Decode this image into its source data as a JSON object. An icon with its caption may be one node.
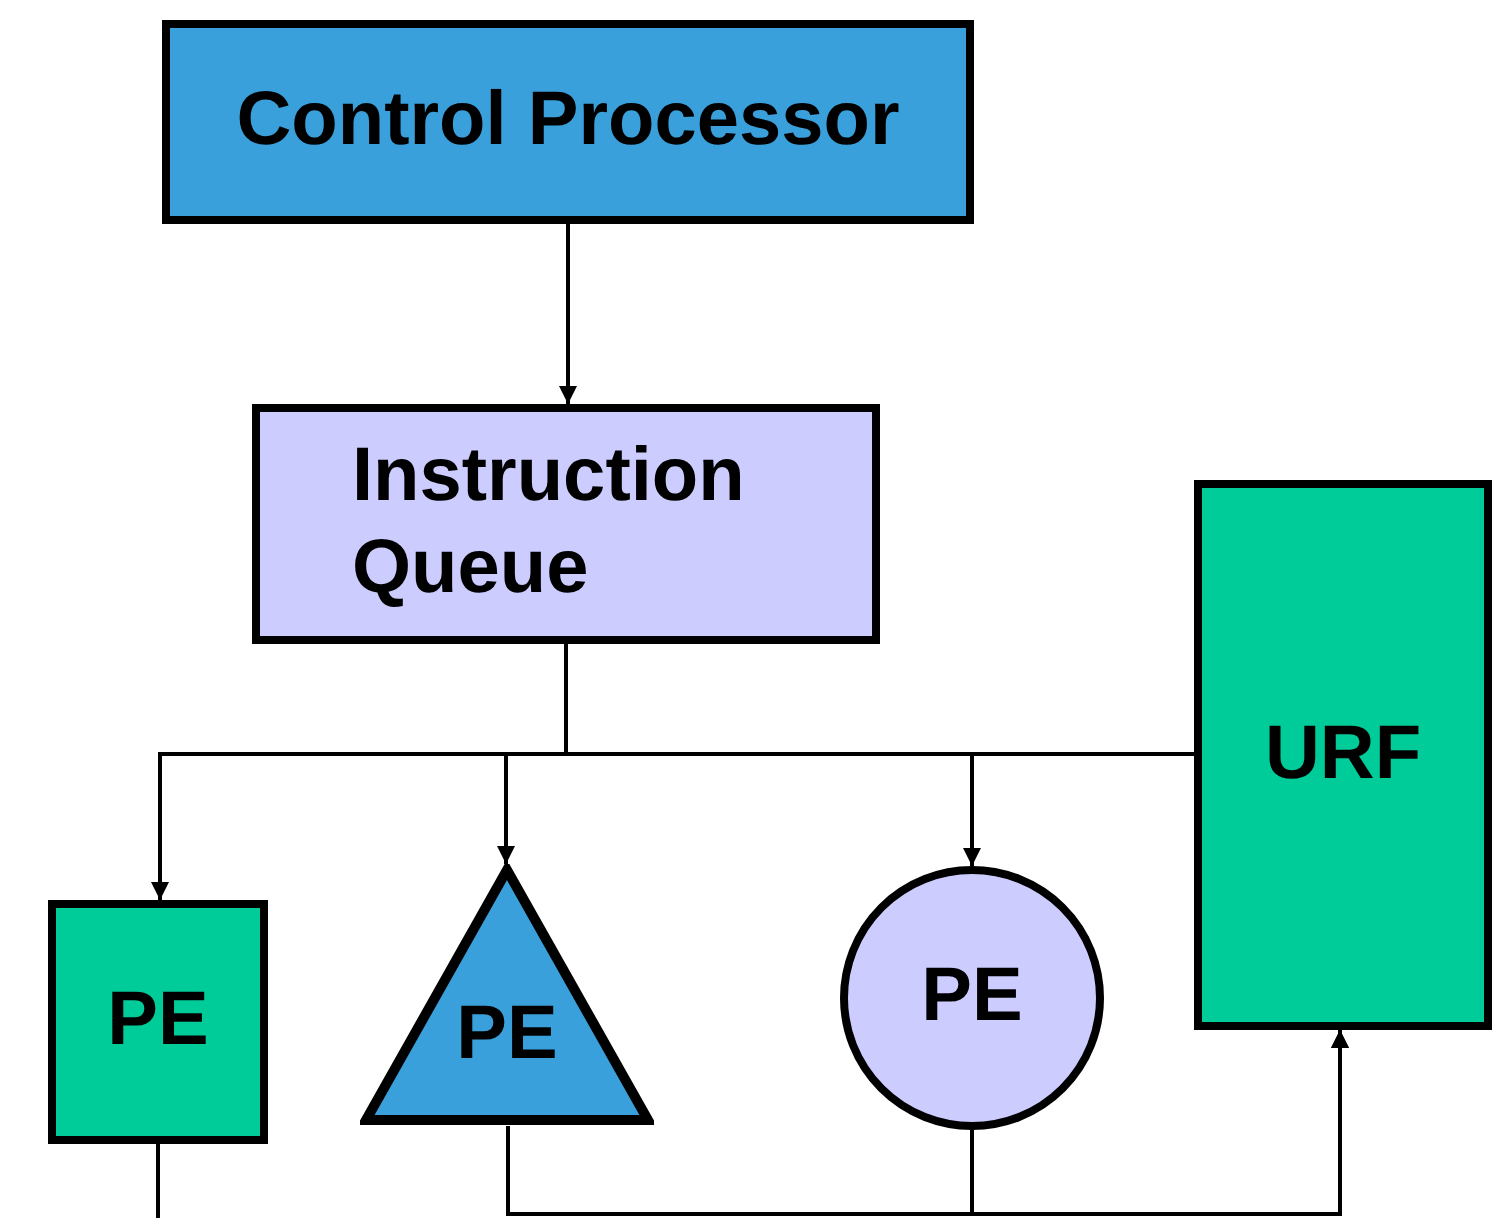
{
  "diagram": {
    "nodes": [
      {
        "text": [
          "Control Processor"
        ]
      },
      {
        "text": [
          "Instruction Queue"
        ]
      },
      {
        "text": [
          "PE"
        ]
      },
      {
        "text": [
          "PE"
        ]
      },
      {
        "text": [
          "PE"
        ]
      },
      {
        "text": [
          "URF"
        ]
      }
    ],
    "edges": [
      {
        "from": 0,
        "to": 1,
        "arrow": "to"
      },
      {
        "from": 1,
        "to": 2,
        "arrow": "to"
      },
      {
        "from": 1,
        "to": 3,
        "arrow": "to"
      },
      {
        "from": 1,
        "to": 4,
        "arrow": "to"
      },
      {
        "from": 1,
        "to": 5,
        "arrow": "none"
      },
      {
        "from": 3,
        "to": 5,
        "arrow": "to"
      },
      {
        "from": 4,
        "to": 5,
        "arrow": "to"
      },
      {
        "from": 2,
        "to": null,
        "arrow": "none"
      }
    ]
  }
}
